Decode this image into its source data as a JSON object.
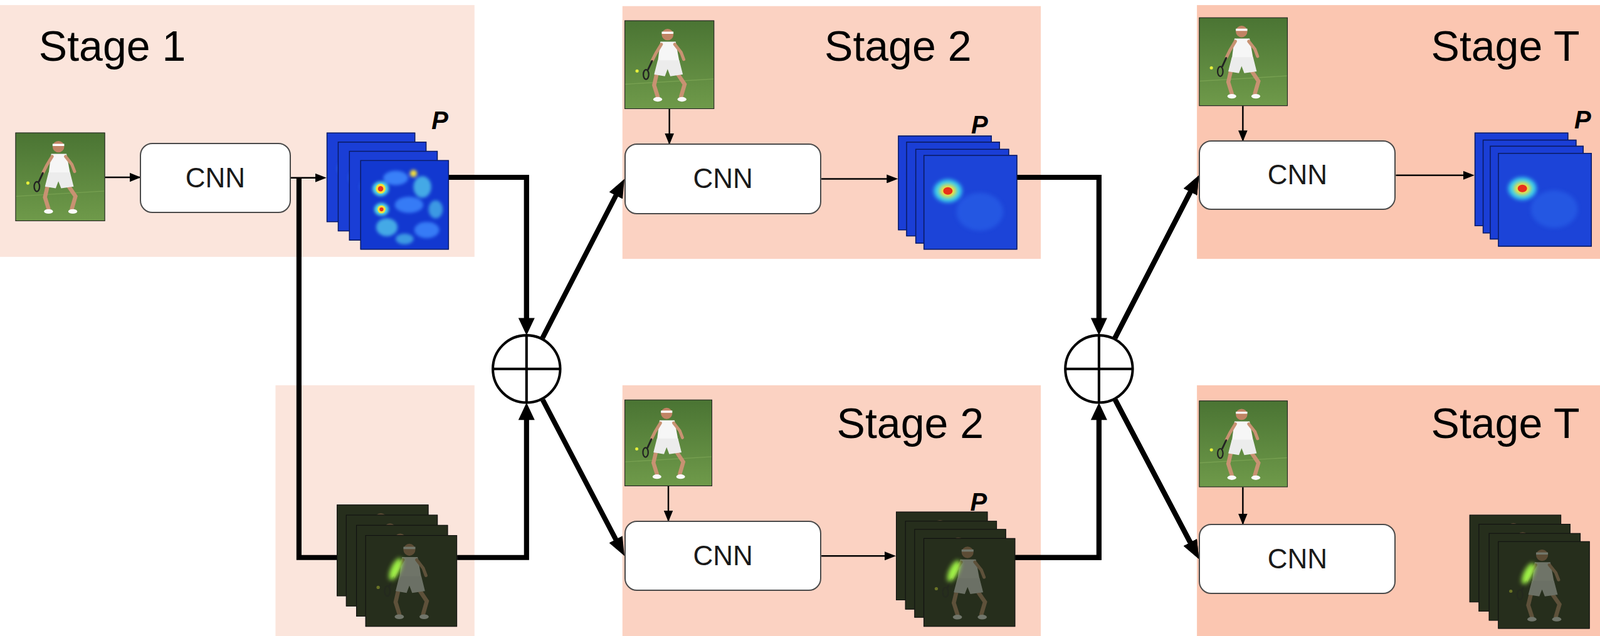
{
  "diagram": {
    "nodes": [
      {
        "text": [
          "Stage 1"
        ]
      },
      {
        "text": [
          "CNN"
        ],
        "in": 0
      },
      {
        "text": [
          "P"
        ],
        "in": 0
      },
      {
        "text": [
          "Stage 2"
        ]
      },
      {
        "text": [
          "CNN"
        ],
        "in": 3
      },
      {
        "text": [
          "P"
        ],
        "in": 3
      },
      {
        "text": [
          "Stage T"
        ]
      },
      {
        "text": [
          "CNN"
        ],
        "in": 6
      },
      {
        "text": [
          "P"
        ],
        "in": 6
      },
      {
        "text": [
          "Stage 2"
        ]
      },
      {
        "text": [
          "CNN"
        ],
        "in": 9
      },
      {
        "text": [
          "P"
        ],
        "in": 9
      },
      {
        "text": [
          "Stage T"
        ]
      },
      {
        "text": [
          "CNN"
        ],
        "in": 12
      }
    ],
    "edges": [
      {
        "from": 1,
        "to": 2,
        "arrow": "to"
      },
      {
        "from": 2,
        "to": 4,
        "arrow": "to"
      },
      {
        "from": 2,
        "to": 10,
        "arrow": "to"
      },
      {
        "from": 4,
        "to": 5,
        "arrow": "to"
      },
      {
        "from": 10,
        "to": 11,
        "arrow": "to"
      },
      {
        "from": 5,
        "to": 7,
        "arrow": "to"
      },
      {
        "from": 5,
        "to": 13,
        "arrow": "to"
      },
      {
        "from": 11,
        "to": 7,
        "arrow": "to"
      },
      {
        "from": 11,
        "to": 13,
        "arrow": "to"
      },
      {
        "from": 7,
        "to": 8,
        "arrow": "to"
      }
    ]
  }
}
